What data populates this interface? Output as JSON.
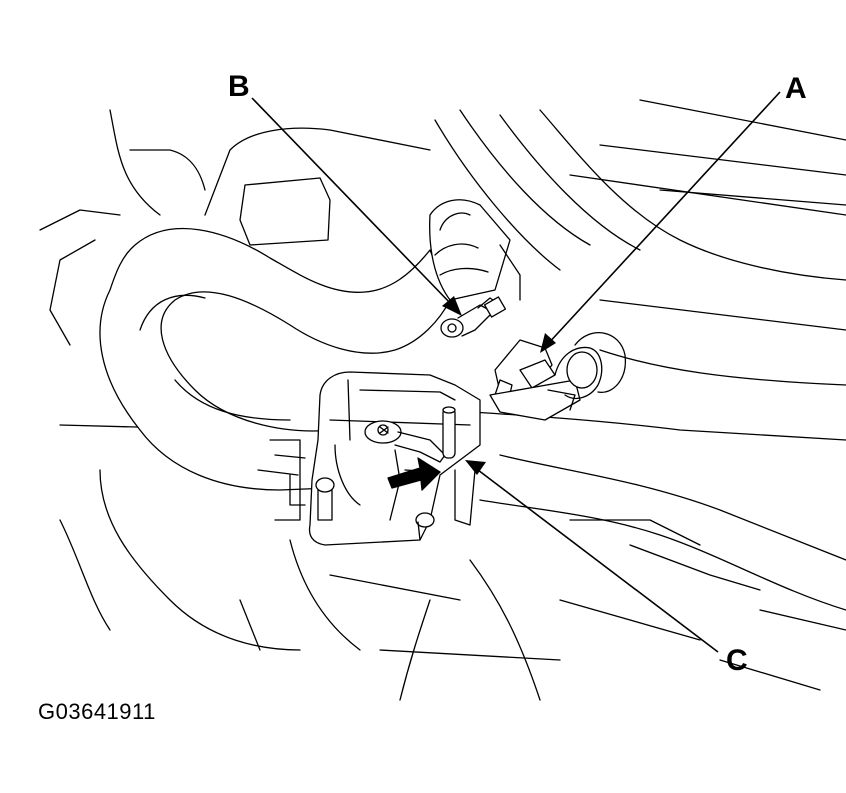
{
  "callouts": {
    "a": "A",
    "b": "B",
    "c": "C"
  },
  "figure_id": "G03641911",
  "colors": {
    "ink": "#000000",
    "background": "#ffffff",
    "fill": "#ffffff"
  }
}
